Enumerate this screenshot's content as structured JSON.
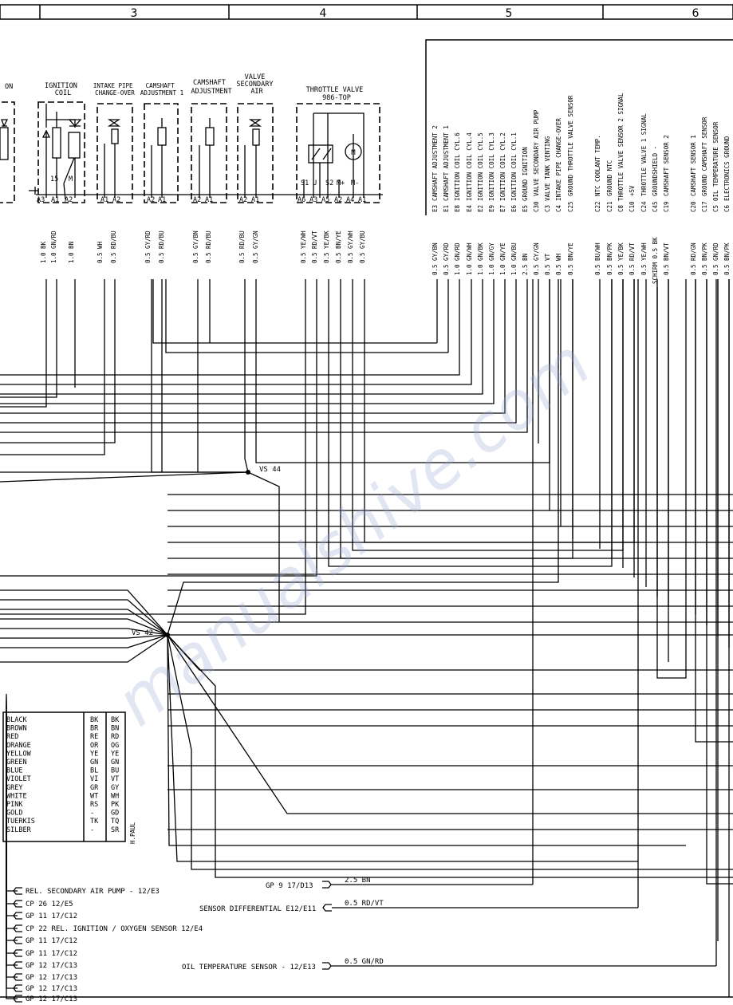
{
  "header": {
    "grid_numbers": [
      "3",
      "4",
      "5",
      "6"
    ]
  },
  "components": {
    "partial_left": "ON",
    "ignition_coil": "IGNITION\nCOIL",
    "intake_pipe": "INTAKE PIPE\nCHANGE-OVER",
    "camshaft_adj1": "CAMSHAFT\nADJUSTMENT 1",
    "camshaft_adj": "CAMSHAFT\nADJUSTMENT",
    "valve_secondary": "VALVE\nSECONDARY\nAIR",
    "throttle_valve": "THROTTLE VALVE\n986-TOP"
  },
  "pins": {
    "ignition_coil": [
      "A3",
      "A1",
      "A2"
    ],
    "ignition_coil_terms": [
      "15",
      "M"
    ],
    "intake_pipe": [
      "A1",
      "A2"
    ],
    "camshaft_adj1": [
      "A2",
      "A1"
    ],
    "camshaft_adj": [
      "A2",
      "A1"
    ],
    "valve_secondary": [
      "A2",
      "A1"
    ],
    "throttle_valve": [
      "A6",
      "A3",
      "A5",
      "A2",
      "A4",
      "A1"
    ],
    "throttle_valve_terms": [
      "S1",
      "U",
      "S2",
      "M+",
      "M-"
    ]
  },
  "component_wires": [
    "1.0 BK",
    "1.0 GN/RD",
    "1.0 BN",
    "0.5 WH",
    "0.5 RD/BU",
    "0.5 GY/RD",
    "0.5 RD/BU",
    "0.5 GY/BN",
    "0.5 RD/BU",
    "0.5 RD/BU",
    "0.5 GY/GN",
    "0.5 YE/WH",
    "0.5 RD/VT",
    "0.5 YE/BK",
    "0.5 BN/YE",
    "0.5 GY/WH",
    "0.5 GY/BU"
  ],
  "ecu_pins": [
    {
      "pin": "E3",
      "label": "CAMSHAFT ADJUSTMENT 2",
      "wire": "0.5 GY/BN"
    },
    {
      "pin": "E1",
      "label": "CAMSHAFT ADJUSTMENT 1",
      "wire": "0.5 GY/RD"
    },
    {
      "pin": "E8",
      "label": "IGNITION COIL CYL.6",
      "wire": "1.0 GN/RD"
    },
    {
      "pin": "E4",
      "label": "IGNITION COIL CYL.4",
      "wire": "1.0 GN/WH"
    },
    {
      "pin": "E2",
      "label": "IGNITION COIL CYL.5",
      "wire": "1.0 GN/BK"
    },
    {
      "pin": "E9",
      "label": "IGNITION COIL CYL.3",
      "wire": "1.0 GN/GY"
    },
    {
      "pin": "E7",
      "label": "IGNITION COIL CYL.2",
      "wire": "1.0 GN/YE"
    },
    {
      "pin": "E6",
      "label": "IGNITION COIL CYL.1",
      "wire": "1.0 GN/BU"
    },
    {
      "pin": "E5",
      "label": "GROUND IGNITION",
      "wire": "2.5 BN"
    },
    {
      "pin": "C30",
      "label": "VALVE SECONDARY AIR PUMP",
      "wire": "0.5 GY/GN"
    },
    {
      "pin": "C3",
      "label": "VALVE TANK VENTING",
      "wire": "0.5 VT"
    },
    {
      "pin": "C4",
      "label": "INTAKE PIPE CHANGE-OVER",
      "wire": "0.5 WH"
    },
    {
      "pin": "C25",
      "label": "GROUND THROTTLE VALVE SENSOR",
      "wire": "0.5 BN/YE"
    },
    {
      "pin": "C22",
      "label": "NTC COOLANT TEMP.",
      "wire": "0.5 BU/WH"
    },
    {
      "pin": "C21",
      "label": "GROUND NTC",
      "wire": "0.5 BN/PK"
    },
    {
      "pin": "C8",
      "label": "THROTTLE VALVE SENSOR 2 SIGNAL",
      "wire": "0.5 YE/BK"
    },
    {
      "pin": "C10",
      "label": "+5V",
      "wire": "0.5 RD/VT"
    },
    {
      "pin": "C24",
      "label": "THROTTLE VALVE 1 SIGNAL",
      "wire": "0.5 YE/WH"
    },
    {
      "pin": "C45",
      "label": "GROUNDSHIELD -",
      "wire": "SCHIRM 0.5 BK"
    },
    {
      "pin": "C19",
      "label": "CAMSHAFT SENSOR 2",
      "wire": "0.5 BN/VT"
    },
    {
      "pin": "C20",
      "label": "CAMSHAFT SENSOR 1",
      "wire": "0.5 RD/GN"
    },
    {
      "pin": "C17",
      "label": "GROUND CAMSHAFT SENSOR",
      "wire": "0.5 BN/PK"
    },
    {
      "pin": "C5",
      "label": "OIL TEMPERATURE SENSOR",
      "wire": "0.5 GN/RD"
    },
    {
      "pin": "C6",
      "label": "ELECTRONICS GROUND",
      "wire": "0.5 BN/PK"
    }
  ],
  "splices": [
    "VS 44",
    "VS 42"
  ],
  "color_legend": {
    "rows": [
      [
        "BLACK",
        "BK",
        "BK"
      ],
      [
        "BROWN",
        "BR",
        "BN"
      ],
      [
        "RED",
        "RE",
        "RD"
      ],
      [
        "ORANGE",
        "OR",
        "OG"
      ],
      [
        "YELLOW",
        "YE",
        "YE"
      ],
      [
        "GREEN",
        "GN",
        "GN"
      ],
      [
        "BLUE",
        "BL",
        "BU"
      ],
      [
        "VIOLET",
        "VI",
        "VT"
      ],
      [
        "GREY",
        "GR",
        "GY"
      ],
      [
        "WHITE",
        "WT",
        "WH"
      ],
      [
        "PINK",
        "RS",
        "PK"
      ],
      [
        "GOLD",
        "-",
        "GD"
      ],
      [
        "TUERKIS",
        "TK",
        "TQ"
      ],
      [
        "SILBER",
        "-",
        "SR"
      ]
    ],
    "author": "H.PAUL"
  },
  "left_references": [
    "REL. SECONDARY AIR PUMP - 12/E3",
    "CP 26 12/E5",
    "GP 11 17/C12",
    "CP 22 REL. IGNITION / OXYGEN SENSOR 12/E4",
    "GP 11 17/C12",
    "GP 11 17/C12",
    "GP 12 17/C13",
    "GP 12 17/C13",
    "GP 12 17/C13",
    "GP 12 17/C13"
  ],
  "right_references": [
    {
      "label": "GP 9 17/D13",
      "wire": "2.5 BN"
    },
    {
      "label": "SENSOR DIFFERENTIAL E12/E11",
      "wire": "0.5 RD/VT"
    },
    {
      "label": "OIL TEMPERATURE SENSOR - 12/E13",
      "wire": "0.5 GN/RD"
    }
  ],
  "watermark": "manualshive.com"
}
